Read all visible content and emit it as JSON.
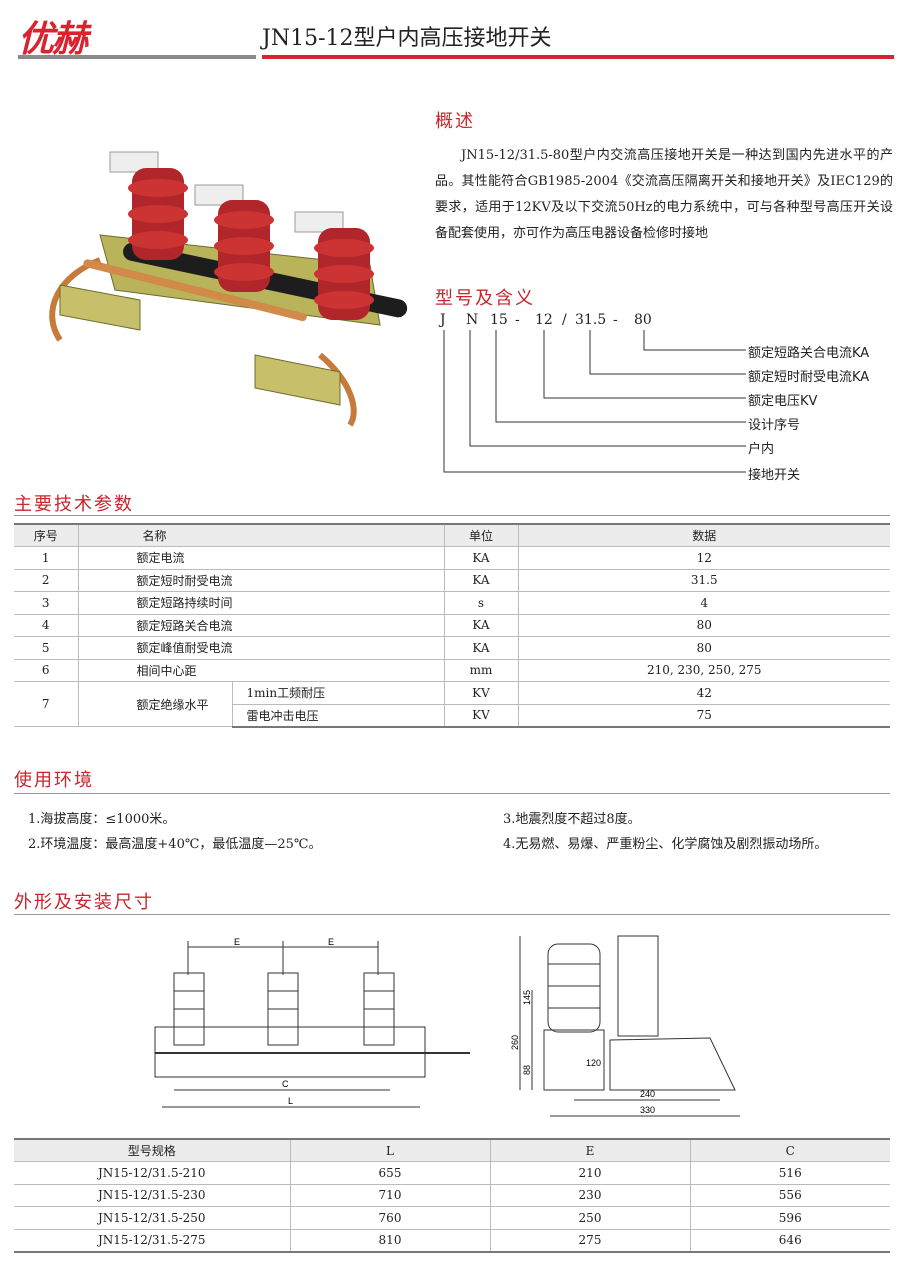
{
  "header": {
    "logo": "优赫",
    "title": "JN15-12型户内高压接地开关"
  },
  "overview": {
    "heading": "概述",
    "text": "JN15-12/31.5-80型户内交流高压接地开关是一种达到国内先进水平的产品。其性能符合GB1985-2004《交流高压隔离开关和接地开关》及IEC129的要求，适用于12KV及以下交流50Hz的电力系统中，可与各种型号高压开关设备配套使用，亦可作为高压电器设备检修时接地"
  },
  "model": {
    "heading": "型号及含义",
    "code": [
      "J",
      "N",
      "15",
      "-",
      "12",
      "/",
      "31.5",
      "-",
      "80"
    ],
    "meanings": [
      "额定短路关合电流KA",
      "额定短时耐受电流KA",
      "额定电压KV",
      "设计序号",
      "户内",
      "接地开关"
    ]
  },
  "specs": {
    "heading": "主要技术参数",
    "headers": [
      "序号",
      "名称",
      "单位",
      "数据"
    ],
    "rows": [
      {
        "no": "1",
        "name": "额定电流",
        "unit": "KA",
        "value": "12"
      },
      {
        "no": "2",
        "name": "额定短时耐受电流",
        "unit": "KA",
        "value": "31.5"
      },
      {
        "no": "3",
        "name": "额定短路持续时间",
        "unit": "s",
        "value": "4"
      },
      {
        "no": "4",
        "name": "额定短路关合电流",
        "unit": "KA",
        "value": "80"
      },
      {
        "no": "5",
        "name": "额定峰值耐受电流",
        "unit": "KA",
        "value": "80"
      },
      {
        "no": "6",
        "name": "相间中心距",
        "unit": "mm",
        "value": "210, 230, 250, 275"
      }
    ],
    "row7": {
      "no": "7",
      "name": "额定绝缘水平",
      "sub": [
        {
          "name": "1min工频耐压",
          "unit": "KV",
          "value": "42"
        },
        {
          "name": "雷电冲击电压",
          "unit": "KV",
          "value": "75"
        }
      ]
    }
  },
  "environment": {
    "heading": "使用环境",
    "items": [
      "1.海拔高度：≤1000米。",
      "2.环境温度：最高温度+40℃，最低温度—25℃。",
      "3.地震烈度不超过8度。",
      "4.无易燃、易爆、严重粉尘、化学腐蚀及剧烈振动场所。"
    ]
  },
  "dimensions": {
    "heading": "外形及安装尺寸",
    "drawing_labels": {
      "E1": "E",
      "E2": "E",
      "C": "C",
      "L": "L",
      "d260": "260",
      "d145": "145",
      "d88": "88",
      "d120": "120",
      "d240": "240",
      "d330": "330"
    },
    "headers": [
      "型号规格",
      "L",
      "E",
      "C"
    ],
    "rows": [
      [
        "JN15-12/31.5-210",
        "655",
        "210",
        "516"
      ],
      [
        "JN15-12/31.5-230",
        "710",
        "230",
        "556"
      ],
      [
        "JN15-12/31.5-250",
        "760",
        "250",
        "596"
      ],
      [
        "JN15-12/31.5-275",
        "810",
        "275",
        "646"
      ]
    ]
  },
  "colors": {
    "accent": "#d9232e",
    "insulator": "#b0262a",
    "copper": "#c77a3a"
  }
}
